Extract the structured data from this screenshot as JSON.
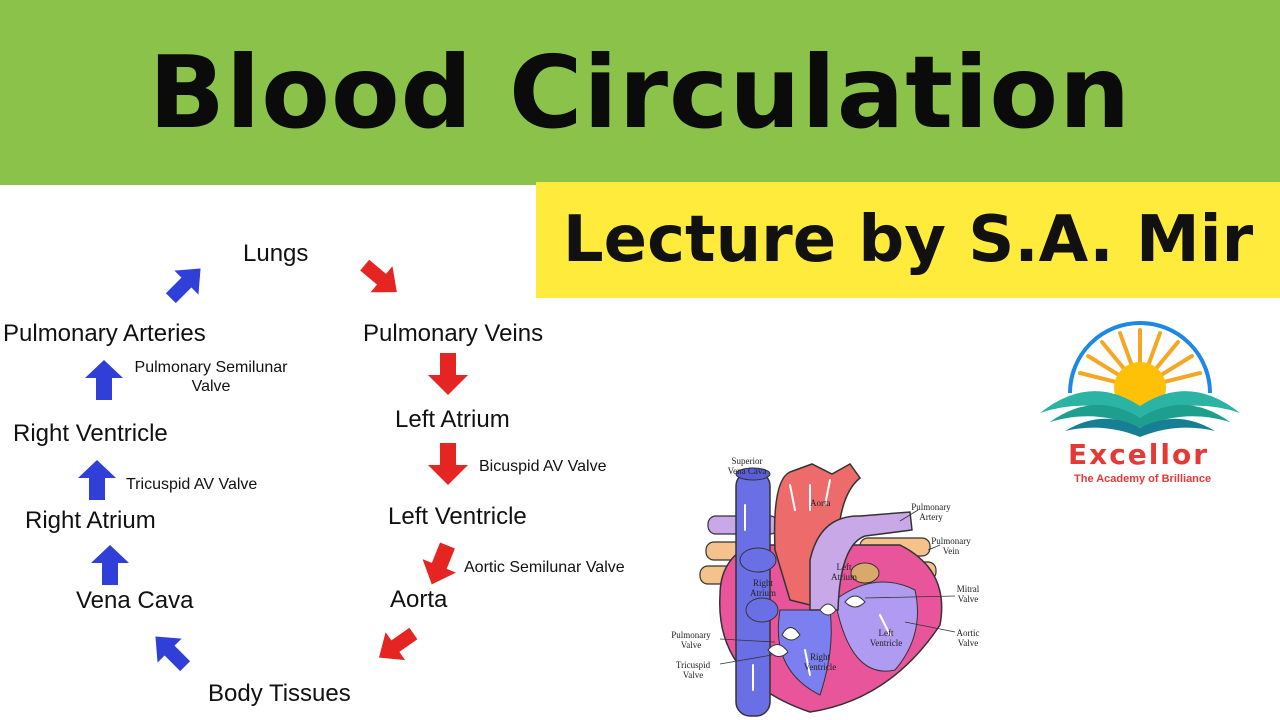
{
  "header": {
    "title": "Blood Circulation",
    "subtitle": "Lecture by S.A. Mir"
  },
  "flow": {
    "lungs": "Lungs",
    "pulmonary_veins": "Pulmonary Veins",
    "left_atrium": "Left Atrium",
    "left_ventricle": "Left Ventricle",
    "aorta": "Aorta",
    "body_tissues": "Body Tissues",
    "vena_cava": "Vena Cava",
    "right_atrium": "Right Atrium",
    "right_ventricle": "Right Ventricle",
    "pulmonary_arteries": "Pulmonary Arteries"
  },
  "valves": {
    "bicuspid": "Bicuspid AV Valve",
    "aortic_semilunar": "Aortic Semilunar Valve",
    "tricuspid": "Tricuspid AV Valve",
    "pulmonary_semilunar_line1": "Pulmonary Semilunar",
    "pulmonary_semilunar_line2": "Valve"
  },
  "logo": {
    "name": "Excellor",
    "tagline": "The Academy of Brilliance"
  },
  "heart_labels": {
    "superior_vena_cava_1": "Superior",
    "superior_vena_cava_2": "Vena Cava",
    "aorta": "Aorta",
    "pulmonary_artery_1": "Pulmonary",
    "pulmonary_artery_2": "Artery",
    "pulmonary_vein_1": "Pulmonary",
    "pulmonary_vein_2": "Vein",
    "right_atrium_1": "Right",
    "right_atrium_2": "Atrium",
    "left_atrium_1": "Left",
    "left_atrium_2": "Atrium",
    "mitral_valve_1": "Mitral",
    "mitral_valve_2": "Valve",
    "aortic_valve_1": "Aortic",
    "aortic_valve_2": "Valve",
    "left_ventricle_1": "Left",
    "left_ventricle_2": "Ventricle",
    "right_ventricle_1": "Right",
    "right_ventricle_2": "Ventricle",
    "pulmonary_valve_1": "Pulmonary",
    "pulmonary_valve_2": "Valve",
    "tricuspid_valve_1": "Tricuspid",
    "tricuspid_valve_2": "Valve"
  },
  "colors": {
    "header_green": "#8bc34a",
    "subtitle_yellow": "#ffeb3b",
    "arrow_red": "#e52521",
    "arrow_blue": "#2f3fd8",
    "logo_red": "#e53935"
  }
}
